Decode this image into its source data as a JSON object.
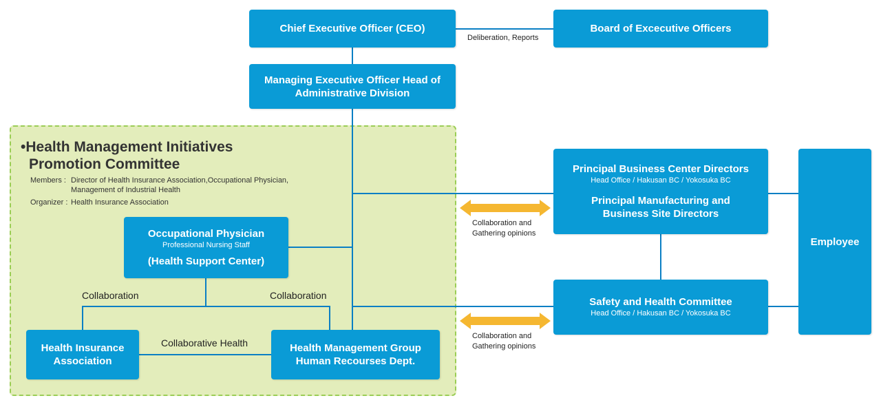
{
  "ceo": {
    "title": "Chief Executive Officer (CEO)"
  },
  "board": {
    "title": "Board of Excecutive Officers"
  },
  "deliberation_label": "Deliberation, Reports",
  "meo": {
    "title": "Managing Executive Officer Head of Administrative Division"
  },
  "committee": {
    "title_line1": "•Health Management Initiatives",
    "title_line2": "Promotion Committee",
    "members_label": "Members :",
    "members_line1": "Director of Health Insurance Association,Occupational Physician,",
    "members_line2": "Management of Industrial Health",
    "organizer_label": "Organizer :",
    "organizer_value": "Health Insurance Association"
  },
  "physician": {
    "title": "Occupational Physician",
    "subtitle": "Professional Nursing Staff",
    "title2": "(Health Support Center)"
  },
  "collab_left": "Collaboration",
  "collab_right": "Collaboration",
  "collab_health": "Collaborative Health",
  "hia": {
    "title": "Health Insurance Association"
  },
  "hmg": {
    "title_line1": "Health Management Group",
    "title_line2": "Human Recourses Dept."
  },
  "pbc": {
    "title": "Principal Business Center Directors",
    "subtitle": "Head Office / Hakusan BC / Yokosuka BC",
    "title2_line1": "Principal Manufacturing and",
    "title2_line2": "Business Site Directors"
  },
  "shc": {
    "title": "Safety and Health Committee",
    "subtitle": "Head Office / Hakusan BC / Yokosuka BC"
  },
  "employee": {
    "title": "Employee"
  },
  "arrow1_label": {
    "line1": "Collaboration and",
    "line2": "Gathering opinions"
  },
  "arrow2_label": {
    "line1": "Collaboration and",
    "line2": "Gathering opinions"
  },
  "colors": {
    "box": "#0a9bd6",
    "line": "#0a7fc4",
    "arrow": "#f5b731",
    "panel": "#e3edbb",
    "panel_border": "#9acd55"
  }
}
